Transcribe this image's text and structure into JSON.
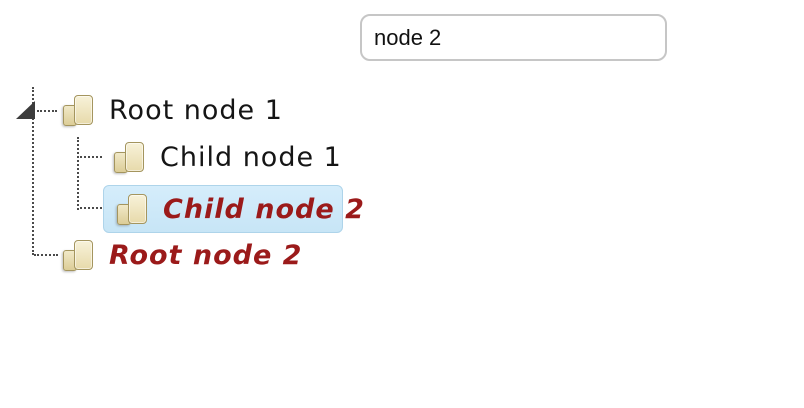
{
  "search": {
    "value": "node 2"
  },
  "tree": {
    "expander_state": "expanded",
    "nodes": [
      {
        "label": "Root node 1",
        "level": 0,
        "matched": false,
        "highlighted": false
      },
      {
        "label": "Child node 1",
        "level": 1,
        "matched": false,
        "highlighted": false
      },
      {
        "label": "Child node 2",
        "level": 1,
        "matched": true,
        "highlighted": true
      },
      {
        "label": "Root node 2",
        "level": 0,
        "matched": true,
        "highlighted": false
      }
    ]
  },
  "colors": {
    "match_text": "#9b1a1a",
    "highlight_bg": "#cde8f7",
    "highlight_border": "#aed4ea",
    "folder_fill": "#eee4bc",
    "folder_border": "#a4955e",
    "tree_line": "#4a4a4a",
    "input_border": "#c6c6c6",
    "background": "#ffffff"
  }
}
